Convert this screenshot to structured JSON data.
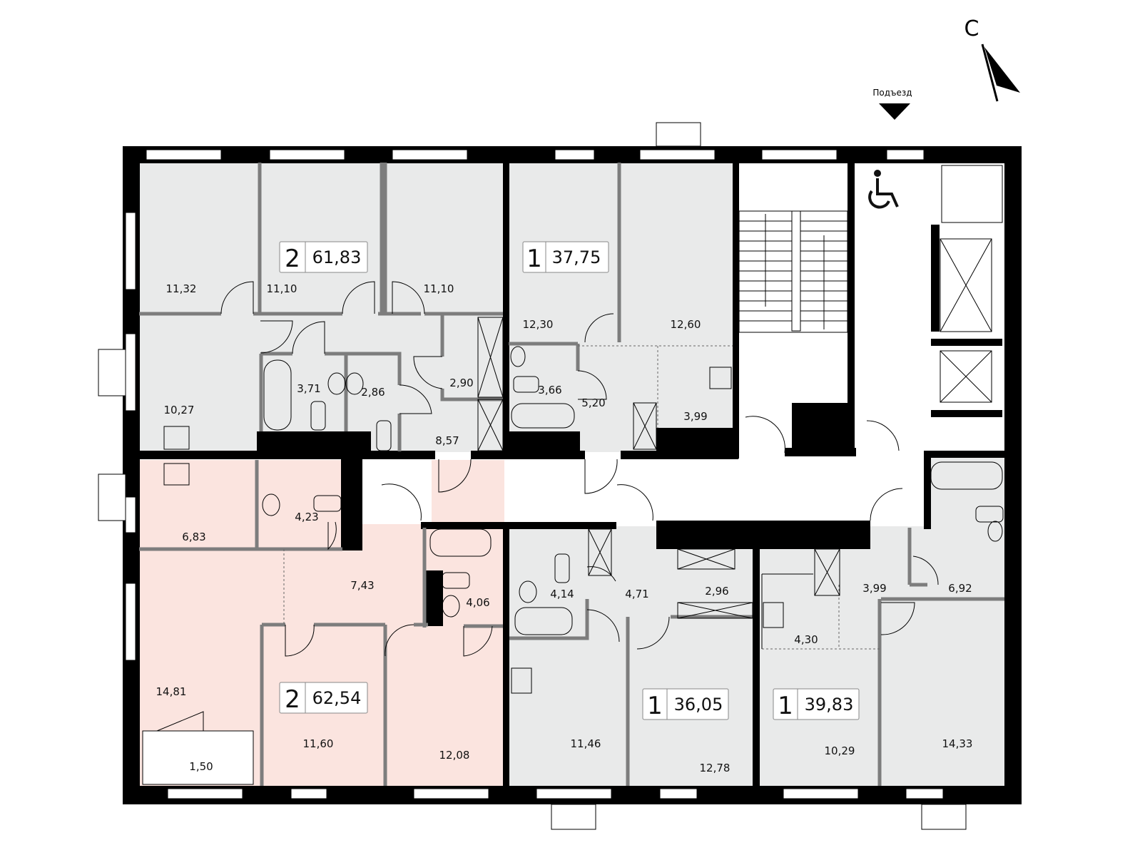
{
  "compass": {
    "north_label": "С"
  },
  "entrance": {
    "label": "Подъезд"
  },
  "colors": {
    "apartment_gray": "#e9eaea",
    "apartment_highlight": "#fbe4df",
    "wall": "#000000",
    "partition": "#7d7d7d"
  },
  "apartments": [
    {
      "rooms": "2",
      "area": "61,83",
      "room_areas": [
        "11,32",
        "11,10",
        "11,10",
        "10,27",
        "3,71",
        "2,86",
        "2,90",
        "8,57"
      ]
    },
    {
      "rooms": "1",
      "area": "37,75",
      "room_areas": [
        "12,30",
        "12,60",
        "3,66",
        "5,20",
        "3,99"
      ]
    },
    {
      "rooms": "2",
      "area": "62,54",
      "room_areas": [
        "6,83",
        "4,23",
        "7,43",
        "4,06",
        "14,81",
        "11,60",
        "12,08",
        "1,50"
      ]
    },
    {
      "rooms": "1",
      "area": "36,05",
      "room_areas": [
        "4,14",
        "4,71",
        "2,96",
        "11,46",
        "12,78"
      ]
    },
    {
      "rooms": "1",
      "area": "39,83",
      "room_areas": [
        "4,30",
        "3,99",
        "6,92",
        "10,29",
        "14,33"
      ]
    }
  ]
}
